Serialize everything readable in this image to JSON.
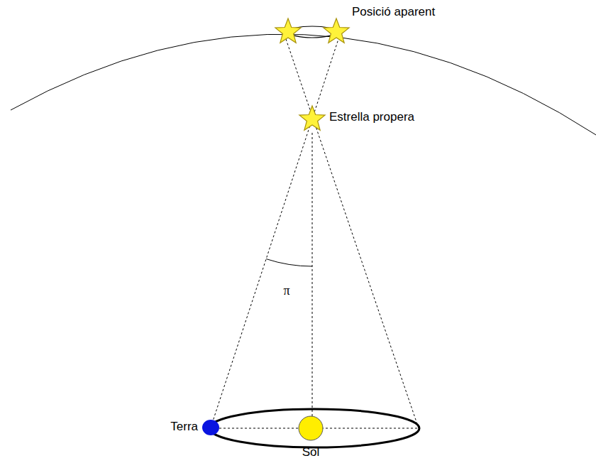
{
  "diagram": {
    "labels": [
      "Posició aparent",
      "Estrella propera",
      "π",
      "Terra",
      "Sol"
    ]
  }
}
